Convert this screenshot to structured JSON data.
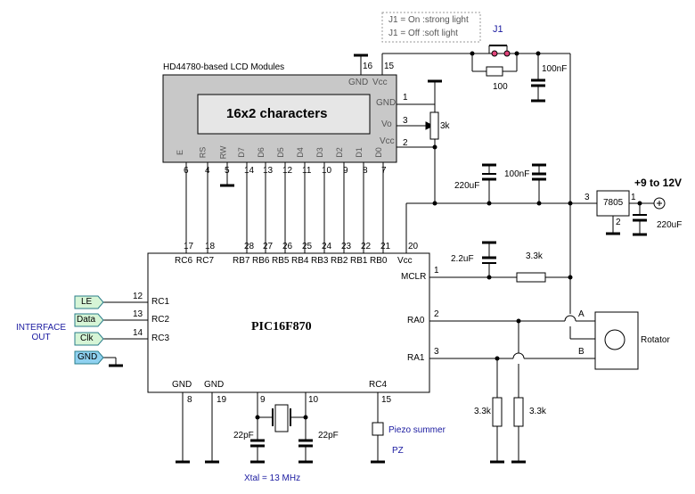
{
  "title": "PIC16F870",
  "lcd": {
    "heading": "HD44780-based LCD Modules",
    "screen_text": "16x2 characters",
    "pin_gnd": "GND",
    "pin_vcc_top": "Vcc",
    "pin_gnd_right": "GND",
    "pin_vo": "Vo",
    "pin_vcc_right": "Vcc",
    "pins_bottom": [
      "E",
      "RS",
      "RW",
      "D7",
      "D6",
      "D5",
      "D4",
      "D3",
      "D2",
      "D1",
      "D0"
    ],
    "pin_nums_bottom": [
      "6",
      "4",
      "5",
      "14",
      "13",
      "12",
      "11",
      "10",
      "9",
      "8",
      "7"
    ],
    "pin_16": "16",
    "pin_15": "15",
    "pin_1": "1",
    "pin_3": "3",
    "pin_2": "2"
  },
  "mcu": {
    "name": "PIC16F870",
    "top_pins": [
      "RC6",
      "RC7",
      "RB7",
      "RB6",
      "RB5",
      "RB4",
      "RB3",
      "RB2",
      "RB1",
      "RB0",
      "Vcc"
    ],
    "top_nums": [
      "17",
      "18",
      "28",
      "27",
      "26",
      "25",
      "24",
      "23",
      "22",
      "21",
      "20"
    ],
    "left_pins": [
      "RC1",
      "RC2",
      "RC3"
    ],
    "left_nums": [
      "12",
      "13",
      "14"
    ],
    "right_pins": [
      "MCLR",
      "RA0",
      "RA1"
    ],
    "right_nums": [
      "1",
      "2",
      "3"
    ],
    "bottom_pins": [
      "GND",
      "GND",
      "RC4"
    ],
    "bottom_nums": [
      "8",
      "19",
      "9",
      "10",
      "15"
    ]
  },
  "interface": {
    "label_line1": "INTERFACE",
    "label_line2": "OUT",
    "connectors": [
      "LE",
      "Data",
      "Clk",
      "GND"
    ],
    "connector_colors": [
      "#d6f5d6",
      "#d6f5d6",
      "#d6f5d6",
      "#8fd1f0"
    ]
  },
  "jumper": {
    "note_on": "J1 = On :strong light",
    "note_off": "J1 = Off :soft light",
    "name": "J1",
    "resistor": "100",
    "cap": "100nF"
  },
  "components": {
    "pot": "3k",
    "cap_220_left": "220uF",
    "cap_100n_mid": "100nF",
    "regulator": "7805",
    "reg_pin1": "1",
    "reg_pin2": "2",
    "reg_pin3": "3",
    "supply": "+9 to 12V",
    "cap_220_right": "220uF",
    "cap_2u2": "2.2uF",
    "res_mclr": "3.3k",
    "res_pull1": "3.3k",
    "res_pull2": "3.3k",
    "rotator": "Rotator",
    "rot_a": "A",
    "rot_b": "B",
    "cap_xtal1": "22pF",
    "cap_xtal2": "22pF",
    "xtal": "Xtal = 13 MHz",
    "piezo": "Piezo summer",
    "pz": "PZ"
  },
  "colors": {
    "lcd_body": "#c8c8c8",
    "lcd_screen": "#e6e6e6",
    "label_blue": "#1a1aa0",
    "jumper_pin": "#e0447a"
  }
}
